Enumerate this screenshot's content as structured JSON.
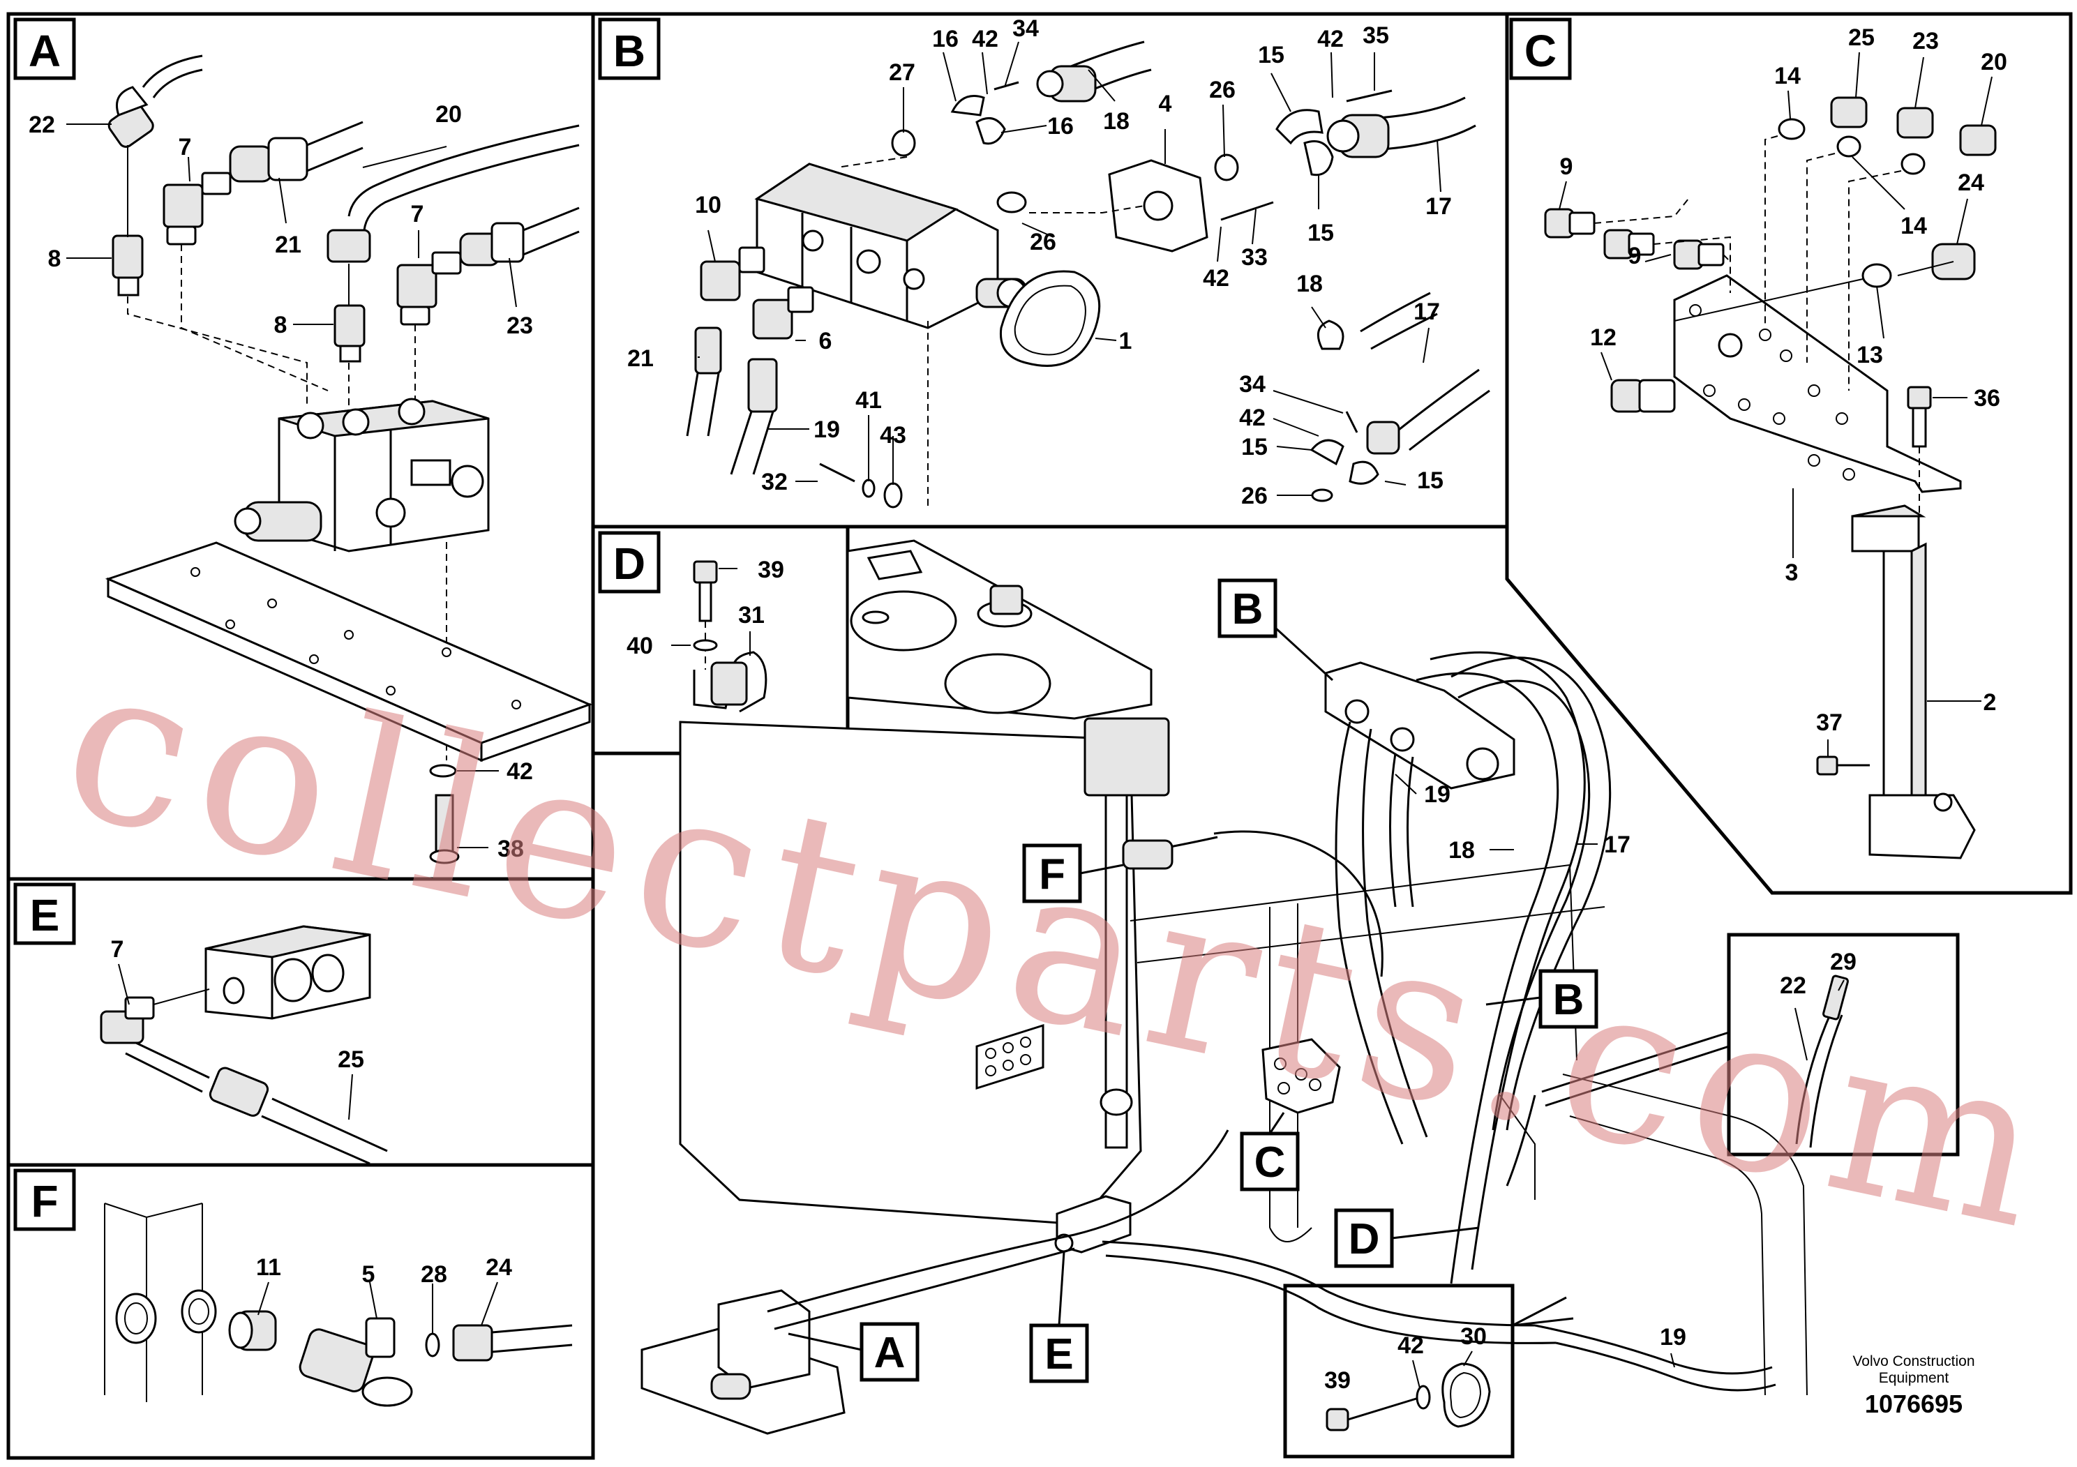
{
  "panels": {
    "A": {
      "letter": "A",
      "callouts": [
        "22",
        "7",
        "20",
        "21",
        "7",
        "23",
        "8",
        "8",
        "42",
        "38"
      ]
    },
    "B": {
      "letter": "B",
      "callouts": [
        "16",
        "42",
        "34",
        "27",
        "16",
        "18",
        "4",
        "26",
        "15",
        "42",
        "35",
        "17",
        "15",
        "10",
        "26",
        "33",
        "42",
        "18",
        "17",
        "21",
        "6",
        "1",
        "41",
        "19",
        "43",
        "32",
        "34",
        "42",
        "15",
        "26",
        "15"
      ]
    },
    "C": {
      "letter": "C",
      "callouts": [
        "25",
        "23",
        "14",
        "20",
        "9",
        "14",
        "24",
        "9",
        "12",
        "13",
        "36",
        "3",
        "37",
        "2"
      ]
    },
    "D": {
      "letter": "D",
      "callouts": [
        "39",
        "40",
        "31"
      ]
    },
    "E": {
      "letter": "E",
      "callouts": [
        "7",
        "25"
      ]
    },
    "F": {
      "letter": "F",
      "callouts": [
        "11",
        "5",
        "28",
        "24"
      ]
    }
  },
  "main_view": {
    "callouts": [
      "19",
      "18",
      "17",
      "19"
    ],
    "reference_letters": [
      "B",
      "F",
      "B",
      "C",
      "D",
      "A",
      "E"
    ],
    "inset_callouts": [
      "22",
      "29"
    ],
    "bracket_callouts": [
      "39",
      "42",
      "30"
    ]
  },
  "footer": {
    "brand_line1": "Volvo Construction",
    "brand_line2": "Equipment",
    "drawing_number": "1076695"
  },
  "watermark": "collectparts.com"
}
